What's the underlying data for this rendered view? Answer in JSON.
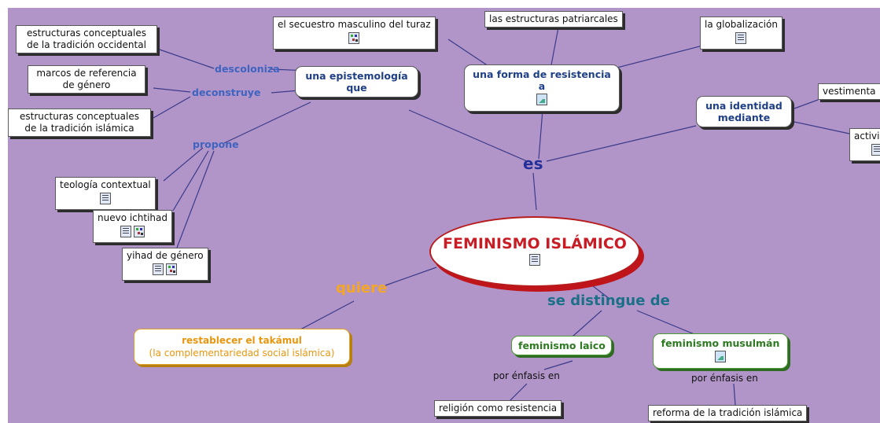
{
  "title": "FEMINISMO ISLÁMICO",
  "concepts": {
    "epistemologia": "una epistemología que",
    "resistencia": "una forma de resistencia a",
    "identidad": "una identidad mediante",
    "occidental": "estructuras conceptuales de la tradición occidental",
    "marcos": "marcos de referencia de género",
    "islamica": "estructuras conceptuales de la tradición islámica",
    "secuestro": "el secuestro masculino del turaz",
    "patriarcales": "las estructuras patriarcales",
    "globalizacion": "la globalización",
    "vestimenta": "vestimenta",
    "activismo": "activismo",
    "teologia": "teología contextual",
    "ichtihad": "nuevo ichtihad",
    "yihad": "yihad de género",
    "takamul_1": "restablecer el takámul",
    "takamul_2": "(la complementariedad social islámica)",
    "laico": "feminismo laico",
    "musulman": "feminismo musulmán",
    "religion": "religión como resistencia",
    "reforma": "reforma de la tradición islámica"
  },
  "link_labels": {
    "descoloniza": "descoloniza",
    "deconstruye": "deconstruye",
    "propone": "propone",
    "es": "es",
    "quiere": "quiere",
    "distingue": "se distingue de",
    "enfasis_1": "por énfasis en",
    "enfasis_2": "por énfasis en"
  },
  "icons": {
    "doc": "document-icon",
    "map": "concept-map-icon",
    "img": "image-icon"
  },
  "colors": {
    "background": "#b194c8",
    "main_text": "#c81d25",
    "concept_blue": "#1f3f86",
    "link_blue": "#3f64c0",
    "es": "#24309a",
    "quiere": "#f5a623",
    "distingue": "#1b7088",
    "green": "#2d7a20",
    "orange": "#e8960f"
  }
}
